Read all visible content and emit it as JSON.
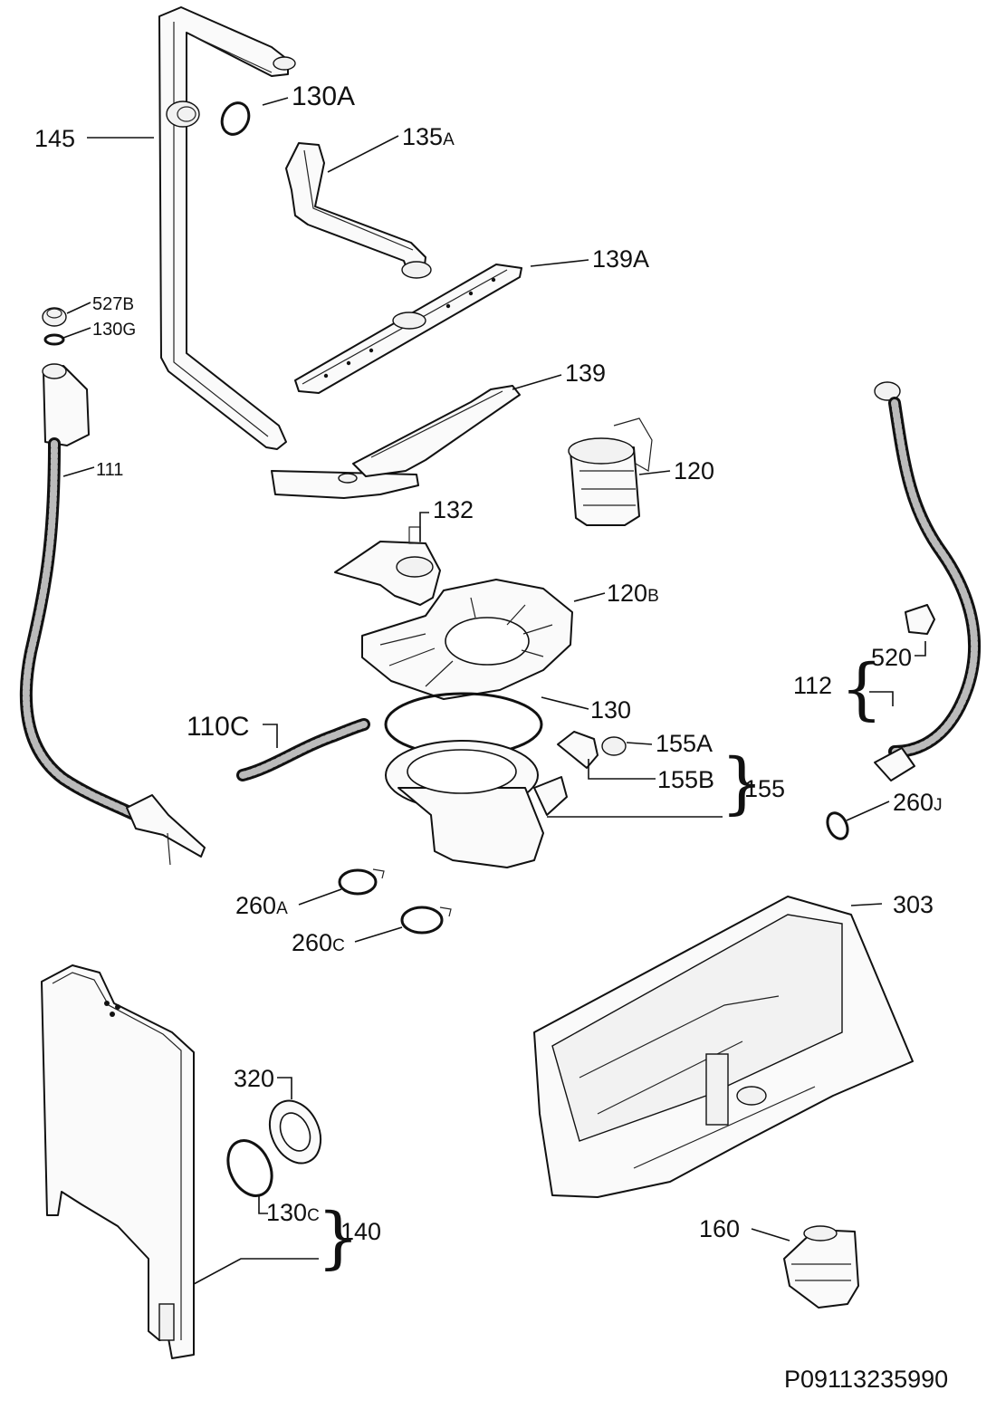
{
  "labels": {
    "p145": "145",
    "p130A": "130A",
    "p135A_main": "135",
    "p135A_suffix": "A",
    "p139A": "139A",
    "p527B_main": "527",
    "p527B_suffix": "B",
    "p130G_main": "130",
    "p130G_suffix": "G",
    "p111": "111",
    "p139": "139",
    "p120": "120",
    "p132": "132",
    "p120B_main": "120",
    "p120B_suffix": "B",
    "p110C": "110C",
    "p130": "130",
    "p155A": "155A",
    "p155B": "155B",
    "p155": "155",
    "p112": "112",
    "p520": "520",
    "p260J_main": "260",
    "p260J_suffix": "J",
    "p260A_main": "260",
    "p260A_suffix": "A",
    "p260C_main": "260",
    "p260C_suffix": "C",
    "p303": "303",
    "p320": "320",
    "p130C_main": "130",
    "p130C_suffix": "C",
    "p140": "140",
    "p160": "160"
  },
  "drawing_code": "P09113235990"
}
